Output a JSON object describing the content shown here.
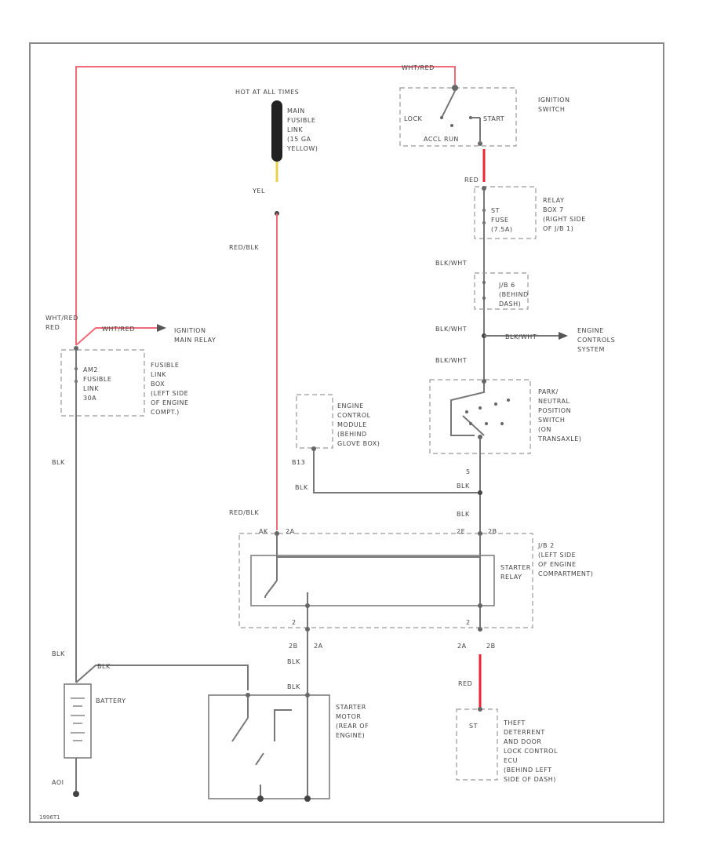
{
  "labels": {
    "hot_at_all_times": "HOT AT ALL TIMES",
    "main_fusible_link": [
      "MAIN",
      "FUSIBLE",
      "LINK",
      "(15 GA",
      "YELLOW)"
    ],
    "ignition_switch": [
      "IGNITION",
      "SWITCH"
    ],
    "lock": "LOCK",
    "start": "START",
    "accl_run": "ACCL RUN",
    "wht_red_top": "WHT/RED",
    "red_top": "RED",
    "relay_box": [
      "RELAY",
      "BOX 7",
      "(RIGHT SIDE",
      "OF J/B 1)"
    ],
    "st_fuse": [
      "ST",
      "FUSE",
      "(7.5A)"
    ],
    "blk_wht_1": "BLK/WHT",
    "jb6": [
      "J/B 6",
      "(BEHIND",
      "DASH)"
    ],
    "blk_wht_2": "BLK/WHT",
    "blk_wht_3": "BLK/WHT",
    "engine_controls": [
      "ENGINE",
      "CONTROLS",
      "SYSTEM"
    ],
    "blk_wht_4": "BLK/WHT",
    "park_neutral": [
      "PARK/",
      "NEUTRAL",
      "POSITION",
      "SWITCH",
      "(ON",
      "TRANSAXLE)"
    ],
    "ecm": [
      "ENGINE",
      "CONTROL",
      "MODULE",
      "(BEHIND",
      "GLOVE BOX)"
    ],
    "b13": "B13",
    "blk_mid": "BLK",
    "blk_mid2": "BLK",
    "blk_mid3": "BLK",
    "yel": "YEL",
    "red_blk_1": "RED/BLK",
    "red_blk_2": "RED/BLK",
    "wht_red_left": "WHT/RED",
    "wht_red_left_red": "RED",
    "wht_red_horiz": "WHT/RED",
    "ignition_main_relay": [
      "IGNITION",
      "MAIN RELAY"
    ],
    "am_fusible_link": [
      "AM2",
      "FUSIBLE",
      "LINK",
      "30A"
    ],
    "fusible_link_box": [
      "FUSIBLE",
      "LINK",
      "BOX",
      "(LEFT SIDE",
      "OF ENGINE",
      "COMPT.)"
    ],
    "blk_left": "BLK",
    "jb2": [
      "J/B 2",
      "(LEFT SIDE",
      "OF ENGINE",
      "COMPARTMENT)"
    ],
    "starter_relay": [
      "STARTER",
      "RELAY"
    ],
    "pin_a4": "AK",
    "pin_2a": "2A",
    "pin_2b": "2B",
    "pin_2e": "2E",
    "pin_3b": "2B",
    "pin_2a_bot": "2A",
    "pin_2b_bot": "2B",
    "pin_5": "5",
    "pin_2": "2",
    "battery": "BATTERY",
    "blk_bat": "BLK",
    "blk_bat2": "BLK",
    "blk_starter": "BLK",
    "blk_starter2": "BLK",
    "starter_motor": [
      "STARTER",
      "MOTOR",
      "(REAR OF",
      "ENGINE)"
    ],
    "red_bot": "RED",
    "theft_ecu": [
      "THEFT",
      "DETERRENT",
      "AND DOOR",
      "LOCK CONTROL",
      "ECU",
      "(BEHIND LEFT",
      "SIDE OF DASH)"
    ],
    "st": "ST",
    "ground": "AOI",
    "ref": "1996T1"
  }
}
